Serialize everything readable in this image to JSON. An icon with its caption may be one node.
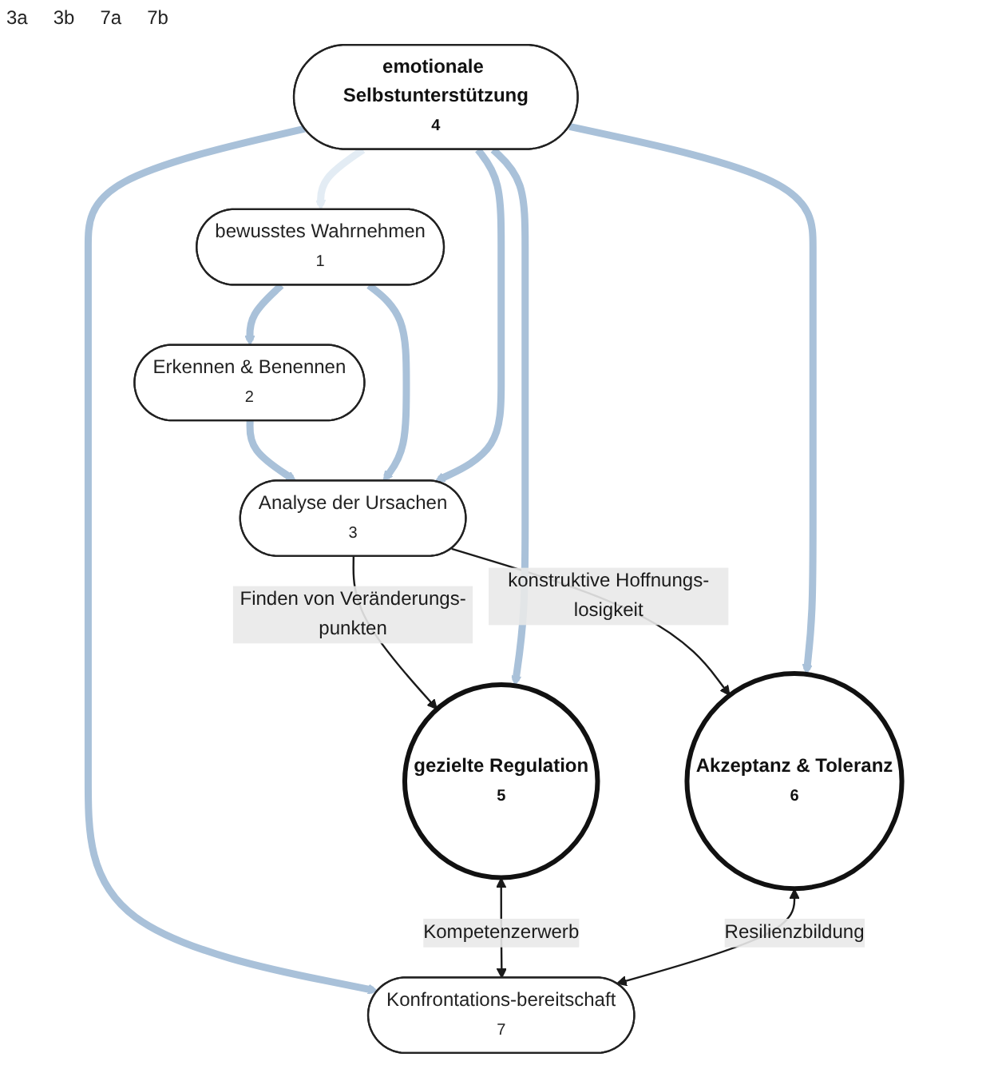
{
  "diagram": {
    "nodes": [
      {
        "text": [
          "bewusstes Wahrnehmen",
          "1"
        ]
      },
      {
        "text": [
          "Erkennen & Benennen",
          "2"
        ]
      },
      {
        "text": [
          "Analyse der Ursachen",
          "3"
        ]
      },
      {
        "text": [
          "emotionale Selbstunterstützung",
          "4"
        ]
      },
      {
        "text": [
          "gezielte Regulation",
          "5"
        ]
      },
      {
        "text": [
          "Akzeptanz & Toleranz",
          "6"
        ]
      },
      {
        "text": [
          "Konfrontations-bereitschaft",
          "7"
        ]
      }
    ],
    "edges": [
      {
        "from": 0,
        "to": 1,
        "arrow": "to"
      },
      {
        "from": 1,
        "to": 2,
        "arrow": "to"
      },
      {
        "from": 0,
        "to": 2,
        "arrow": "to"
      },
      {
        "from": 3,
        "to": 0,
        "arrow": "to",
        "color": "#e3ecf4"
      },
      {
        "from": 3,
        "to": 2,
        "arrow": "to"
      },
      {
        "from": 2,
        "to": 4,
        "arrow": "to",
        "label": "Finden von Veränderungs-punkten",
        "color": "#1a1a1a"
      },
      {
        "from": 2,
        "to": 5,
        "arrow": "to",
        "label": "konstruktive Hoffnungs-losigkeit",
        "color": "#1a1a1a"
      },
      {
        "from": 3,
        "to": 4,
        "arrow": "to"
      },
      {
        "from": 3,
        "to": 6,
        "arrow": "to"
      },
      {
        "from": 3,
        "to": 5,
        "arrow": "to"
      },
      {
        "from": 4,
        "to": 6,
        "arrow": "both",
        "label": "Kompetenzerwerb",
        "color": "#1a1a1a"
      },
      {
        "from": 5,
        "to": 6,
        "arrow": "both",
        "label": "Resilienzbildung",
        "color": "#1a1a1a"
      }
    ],
    "labels": [
      "3a",
      "3b",
      "7a",
      "7b"
    ]
  }
}
